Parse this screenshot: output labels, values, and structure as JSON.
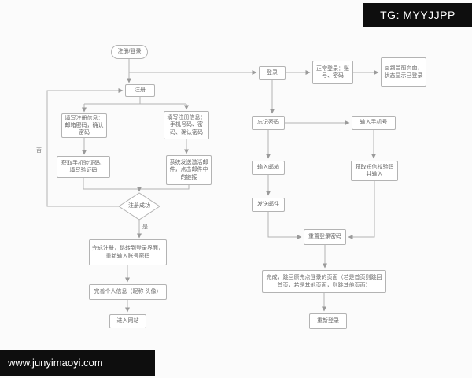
{
  "watermark": {
    "tg": "TG: MYYJJPP",
    "site": "www.junyimaoyi.com"
  },
  "flowchart": {
    "nodes": {
      "start": "注册/登录",
      "register": "注册",
      "fill_email": "填写注册信息：邮箱密码，确认密码",
      "fill_phone": "填写注册信息：手机号码、密码、确认密码",
      "get_sms": "获取手机验证码、填写验证码",
      "activation_email": "系统发送激活邮件，点击邮件中的链接",
      "register_success": "注册成功",
      "complete_register": "完成注册，跳转到登录界面，重新输入账号密码",
      "complete_profile": "完善个人信息（昵称 头像）",
      "enter_site": "进入网站",
      "login": "登录",
      "normal_login": "正常登录：账号、密码",
      "back_to_page": "回到当前页面，状态显示已登录",
      "forgot_password": "忘记密码",
      "input_phone": "输入手机号",
      "input_email": "输入邮箱",
      "get_sms_code": "获取短信校验码并输入",
      "send_email": "发送邮件",
      "reset_password": "重置登录密码",
      "done_return": "完成，跳回原先点登录的页面（若是首页则跳回首页，若是其他页面，则跳其他页面）",
      "relogin": "重新登录"
    },
    "edge_labels": {
      "no": "否",
      "yes": "是"
    }
  }
}
